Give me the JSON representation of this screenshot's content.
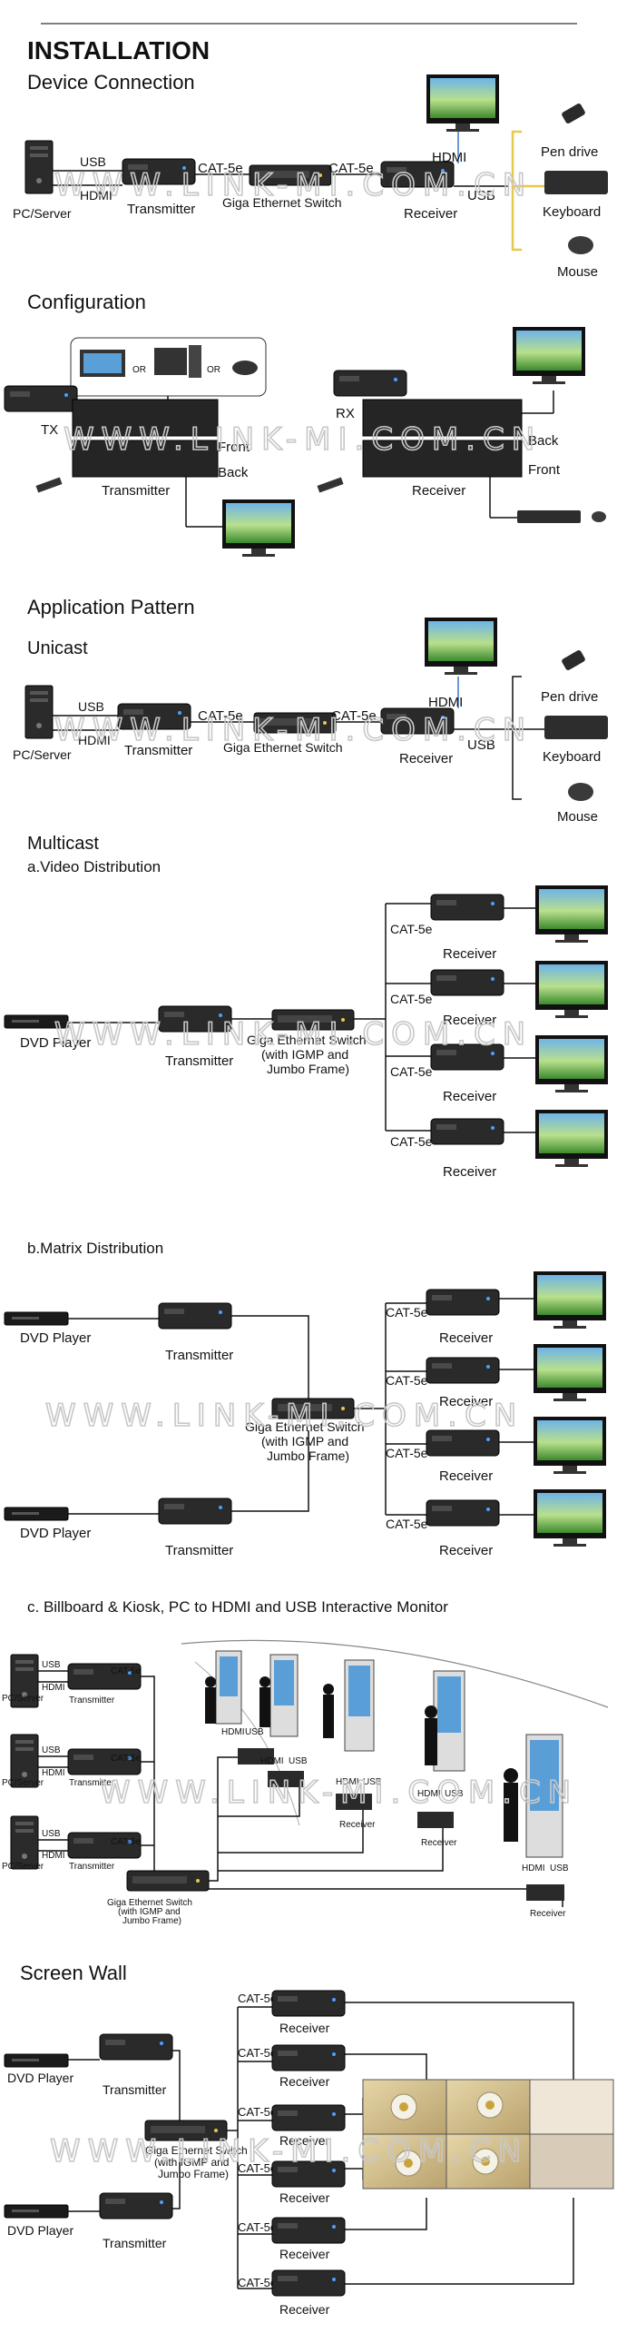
{
  "headings": {
    "installation": "INSTALLATION",
    "device_connection": "Device Connection",
    "configuration": "Configuration",
    "application_pattern": "Application Pattern",
    "unicast": "Unicast",
    "multicast": "Multicast",
    "video_distribution": "a.Video Distribution",
    "matrix_distribution": "b.Matrix Distribution",
    "billboard": "c. Billboard & Kiosk, PC to HDMI and USB Interactive Monitor",
    "screen_wall": "Screen Wall"
  },
  "labels": {
    "usb": "USB",
    "hdmi": "HDMI",
    "hdmi_lower": "HDMI",
    "pc_server": "PC/Server",
    "transmitter": "Transmitter",
    "receiver": "Receiver",
    "cat5e": "CAT-5e",
    "switch": "Giga Ethernet Switch",
    "switch_igmp_1": "Giga Ethernet Switch",
    "switch_igmp_2": "(with IGMP and",
    "switch_igmp_3": "Jumbo Frame)",
    "pen_drive": "Pen drive",
    "keyboard": "Keyboard",
    "mouse": "Mouse",
    "or": "OR",
    "tx": "TX",
    "rx": "RX",
    "front": "Front",
    "back": "Back",
    "dvd_player": "DVD Player",
    "watermark": "WWW.LINK-MI.COM.CN"
  },
  "colors": {
    "device": "#1f1f1f",
    "hdmi_line": "#3a78c8",
    "usb_bracket": "#e7c84a"
  }
}
